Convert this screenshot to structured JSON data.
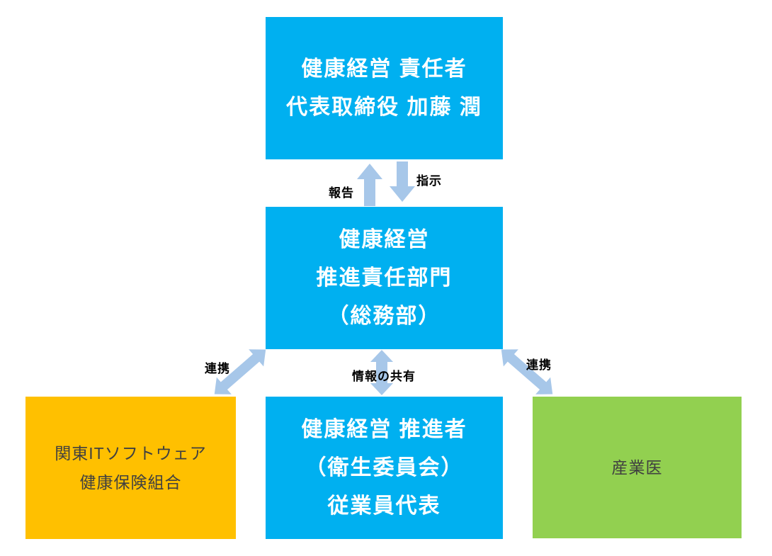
{
  "colors": {
    "box_blue": "#00B0F0",
    "box_orange": "#FFC000",
    "box_green": "#92D050",
    "arrow_blue": "#A7C7E9",
    "box_text_light": "#FFFFFF",
    "box_text_dark": "#404040",
    "label_text": "#000000"
  },
  "boxes": {
    "top": {
      "lines": [
        "健康経営 責任者",
        "代表取締役 加藤 潤"
      ]
    },
    "middle": {
      "lines": [
        "健康経営",
        "推進責任部門",
        "（総務部）"
      ]
    },
    "bottom_center": {
      "lines": [
        "健康経営 推進者",
        "（衛生委員会）",
        "従業員代表"
      ]
    },
    "left": {
      "lines": [
        "関東ITソフトウェア",
        "健康保険組合"
      ]
    },
    "right": {
      "lines": [
        "産業医"
      ]
    }
  },
  "labels": {
    "report": "報告",
    "instruct": "指示",
    "share": "情報の共有",
    "link_left": "連携",
    "link_right": "連携"
  }
}
